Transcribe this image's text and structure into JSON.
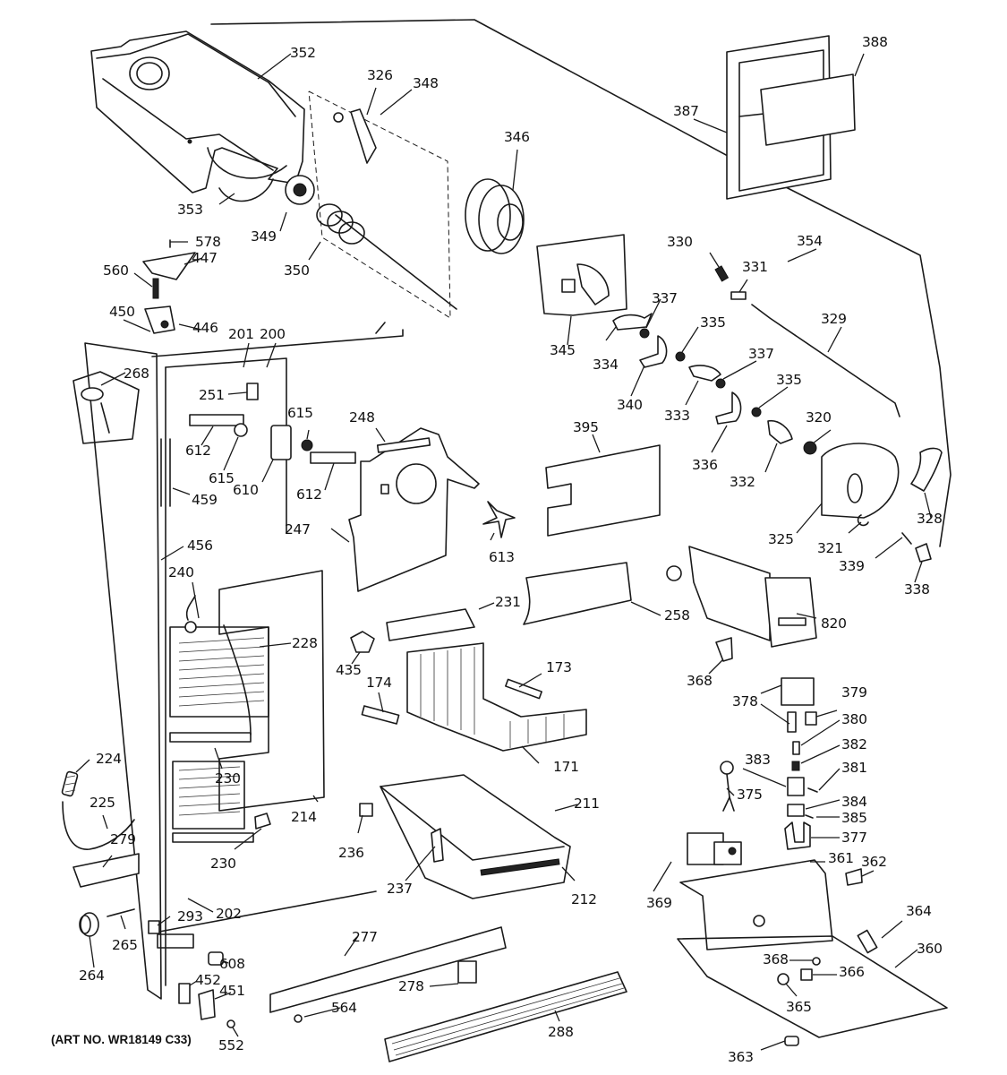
{
  "diagram": {
    "type": "exploded-parts-diagram",
    "subject": "Side-by-side refrigerator freezer section with icemaker and dispenser",
    "art_number": "(ART NO. WR18149 C33)",
    "colors": {
      "ink": "#1a1a1a",
      "background": "#ffffff"
    }
  },
  "callouts": {
    "c352": "352",
    "c326": "326",
    "c348": "348",
    "c346": "346",
    "c388": "388",
    "c387": "387",
    "c353": "353",
    "c349": "349",
    "c350": "350",
    "c578": "578",
    "c447": "447",
    "c560": "560",
    "c450": "450",
    "c446": "446",
    "c330": "330",
    "c331": "331",
    "c354": "354",
    "c345": "345",
    "c337a": "337",
    "c334": "334",
    "c335a": "335",
    "c329": "329",
    "c340": "340",
    "c333": "333",
    "c337b": "337",
    "c335b": "335",
    "c201": "201",
    "c200": "200",
    "c268": "268",
    "c251": "251",
    "c612a": "612",
    "c615a": "615",
    "c615b": "615",
    "c610": "610",
    "c612b": "612",
    "c248": "248",
    "c395": "395",
    "c320": "320",
    "c336": "336",
    "c332": "332",
    "c459": "459",
    "c328": "328",
    "c325": "325",
    "c321": "321",
    "c339": "339",
    "c338": "338",
    "c247": "247",
    "c456": "456",
    "c613": "613",
    "c240": "240",
    "c231": "231",
    "c258": "258",
    "c820": "820",
    "c228": "228",
    "c435": "435",
    "c173": "173",
    "c174": "174",
    "c368a": "368",
    "c378": "378",
    "c379": "379",
    "c380": "380",
    "c382": "382",
    "c381": "381",
    "c383": "383",
    "c375": "375",
    "c384": "384",
    "c385": "385",
    "c377": "377",
    "c224": "224",
    "c230a": "230",
    "c171": "171",
    "c211": "211",
    "c225": "225",
    "c214": "214",
    "c236": "236",
    "c279": "279",
    "c230b": "230",
    "c212": "212",
    "c237": "237",
    "c361": "361",
    "c362": "362",
    "c369": "369",
    "c202": "202",
    "c293": "293",
    "c265": "265",
    "c364": "364",
    "c360": "360",
    "c277": "277",
    "c264": "264",
    "c608": "608",
    "c368b": "368",
    "c366": "366",
    "c452": "452",
    "c451": "451",
    "c278": "278",
    "c564": "564",
    "c365": "365",
    "c288": "288",
    "c552": "552",
    "c363": "363"
  }
}
